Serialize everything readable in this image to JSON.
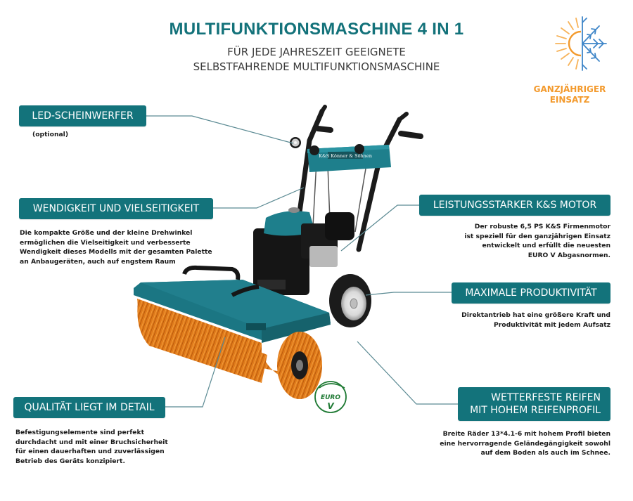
{
  "header": {
    "title": "MULTIFUNKTIONSMASCHINE 4 IN 1",
    "subtitle_line1": "FÜR JEDE JAHRESZEIT GEEIGNETE",
    "subtitle_line2": "SELBSTFAHRENDE MULTIFUNKTIONSMASCHINE"
  },
  "season_badge": {
    "icon": "sun-snowflake-icon",
    "line1": "GANZJÄHRIGER",
    "line2": "EINSATZ",
    "sun_color": "#f39a2d",
    "snow_color": "#3f86c8"
  },
  "features": {
    "led": {
      "title": "LED-SCHEINWERFER",
      "desc": "(optional)"
    },
    "agility": {
      "title": "WENDIGKEIT UND VIELSEITIGKEIT",
      "desc_lines": [
        "Die kompakte Größe und der kleine Drehwinkel",
        "ermöglichen die Vielseitigkeit und verbesserte",
        "Wendigkeit dieses Modells mit der gesamten Palette",
        "an Anbaugeräten, auch auf engstem Raum"
      ]
    },
    "motor": {
      "title": "LEISTUNGSSTARKER K&S MOTOR",
      "desc_lines": [
        "Der robuste 6,5 PS K&S Firmenmotor",
        "ist speziell für den ganzjährigen Einsatz",
        "entwickelt und erfüllt die neuesten",
        "EURO V Abgasnormen."
      ]
    },
    "productivity": {
      "title": "MAXIMALE PRODUKTIVITÄT",
      "desc_lines": [
        "Direktantrieb hat eine größere Kraft und",
        "Produktivität mit jedem Aufsatz"
      ]
    },
    "tires": {
      "title_line1": "WETTERFESTE REIFEN",
      "title_line2": "MIT HOHEM REIFENPROFIL",
      "desc_lines": [
        "Breite Räder 13*4.1-6 mit hohem Profil bieten",
        "eine hervorragende Geländegängigkeit sowohl",
        "auf dem Boden als auch im Schnee."
      ]
    },
    "quality": {
      "title": "QUALITÄT LIEGT IM DETAIL",
      "desc_lines": [
        "Befestigungselemente sind perfekt",
        "durchdacht und mit einer Bruchsicherheit",
        "für einen dauerhaften und zuverlässigen",
        "Betrieb des Geräts konzipiert."
      ]
    }
  },
  "product": {
    "brand_plate": "K&S Könner & Söhnen",
    "euro_badge_line1": "EURO",
    "euro_badge_line2": "V"
  },
  "colors": {
    "accent_teal": "#13737b",
    "title_teal": "#13727a",
    "connector": "#5b8a93",
    "body_blue": "#1e7f8c",
    "brush_orange": "#e07a1a",
    "euro_green": "#1f7a34"
  }
}
